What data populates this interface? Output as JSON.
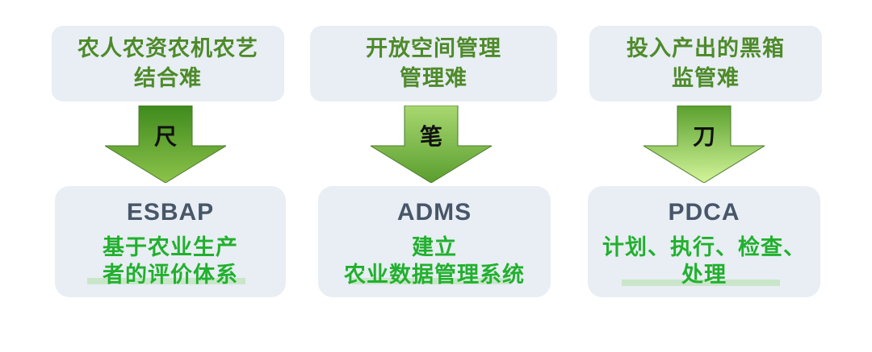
{
  "columns": [
    {
      "top_lines": [
        "农人农资农机农艺",
        "结合难"
      ],
      "tool": "尺",
      "title": "ESBAP",
      "desc_lines": [
        "基于农业生产",
        "者的评价体系"
      ]
    },
    {
      "top_lines": [
        "开放空间管理",
        "管理难"
      ],
      "tool": "笔",
      "title": "ADMS",
      "desc_lines": [
        "建立",
        "农业数据管理系统"
      ]
    },
    {
      "top_lines": [
        "投入产出的黑箱",
        "监管难"
      ],
      "tool": "刀",
      "title": "PDCA",
      "desc_lines": [
        "计划、执行、检查、",
        "处理"
      ]
    }
  ],
  "colors": {
    "box_bg": "#e8eef4",
    "top_text": "#4e8a2a",
    "title_text": "#485669",
    "desc_text": "#22b02e",
    "arrow_dark": "#5a9e2e",
    "arrow_light": "#c8f08c",
    "underline": "#c9e6c9"
  }
}
